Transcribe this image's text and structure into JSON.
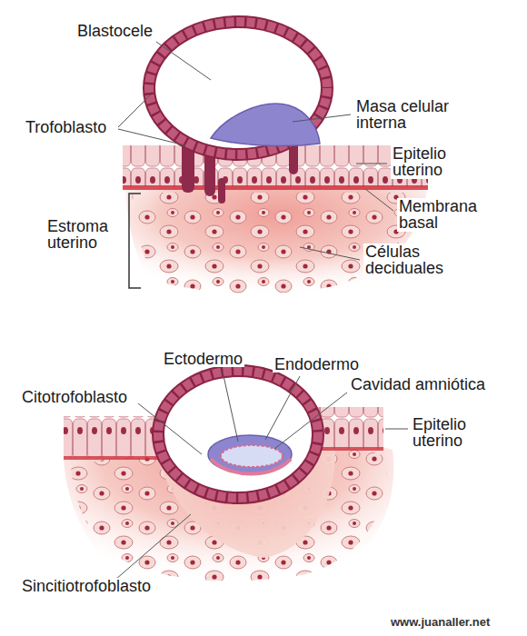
{
  "diagram": {
    "labels": [
      "Blastocele",
      "Trofoblasto",
      "Masa celular interna",
      "Epitelio uterino",
      "Membrana basal",
      "Estroma uterino",
      "Células deciduales",
      "Ectodermo",
      "Endodermo",
      "Citotrofoblasto",
      "Cavidad amniótica",
      "Epitelio uterino",
      "Sincitiotrofoblasto",
      "www.juanaller.net"
    ]
  }
}
